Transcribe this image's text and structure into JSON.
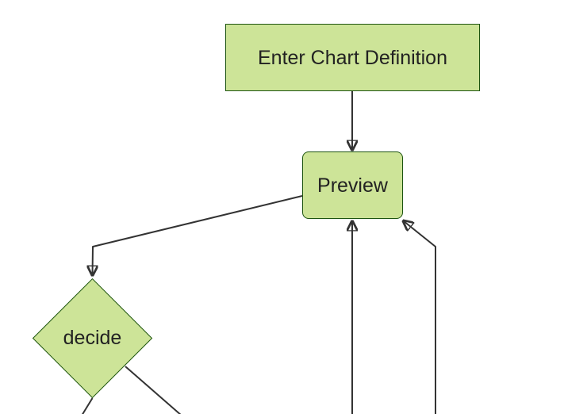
{
  "diagram": {
    "type": "flowchart",
    "direction": "top-down",
    "nodes": [
      {
        "id": "enter-chart-definition",
        "label": "Enter Chart Definition",
        "shape": "rectangle"
      },
      {
        "id": "preview",
        "label": "Preview",
        "shape": "rounded-rectangle"
      },
      {
        "id": "decide",
        "label": "decide",
        "shape": "diamond"
      }
    ],
    "edges": [
      {
        "from": "enter-chart-definition",
        "to": "preview",
        "arrow": "into preview top"
      },
      {
        "from": "preview",
        "to": "decide",
        "arrow": "into decide top, leaves preview left side"
      },
      {
        "from": "offscreen-bottom",
        "to": "preview",
        "arrow": "vertical line up into preview bottom center"
      },
      {
        "from": "offscreen-bottom-right",
        "to": "preview",
        "arrow": "vertical line with bend into preview bottom-right corner"
      },
      {
        "from": "decide",
        "to": "offscreen-bottom-left",
        "arrow": "line from bottom vertex running off bottom edge"
      },
      {
        "from": "decide",
        "to": "offscreen-bottom-right",
        "arrow": "line from lower-right edge running off bottom edge"
      }
    ],
    "colors": {
      "node_fill": "#cde498",
      "node_border": "#1d5410",
      "edge": "#333333",
      "text": "#222222",
      "background": "#ffffff"
    }
  }
}
